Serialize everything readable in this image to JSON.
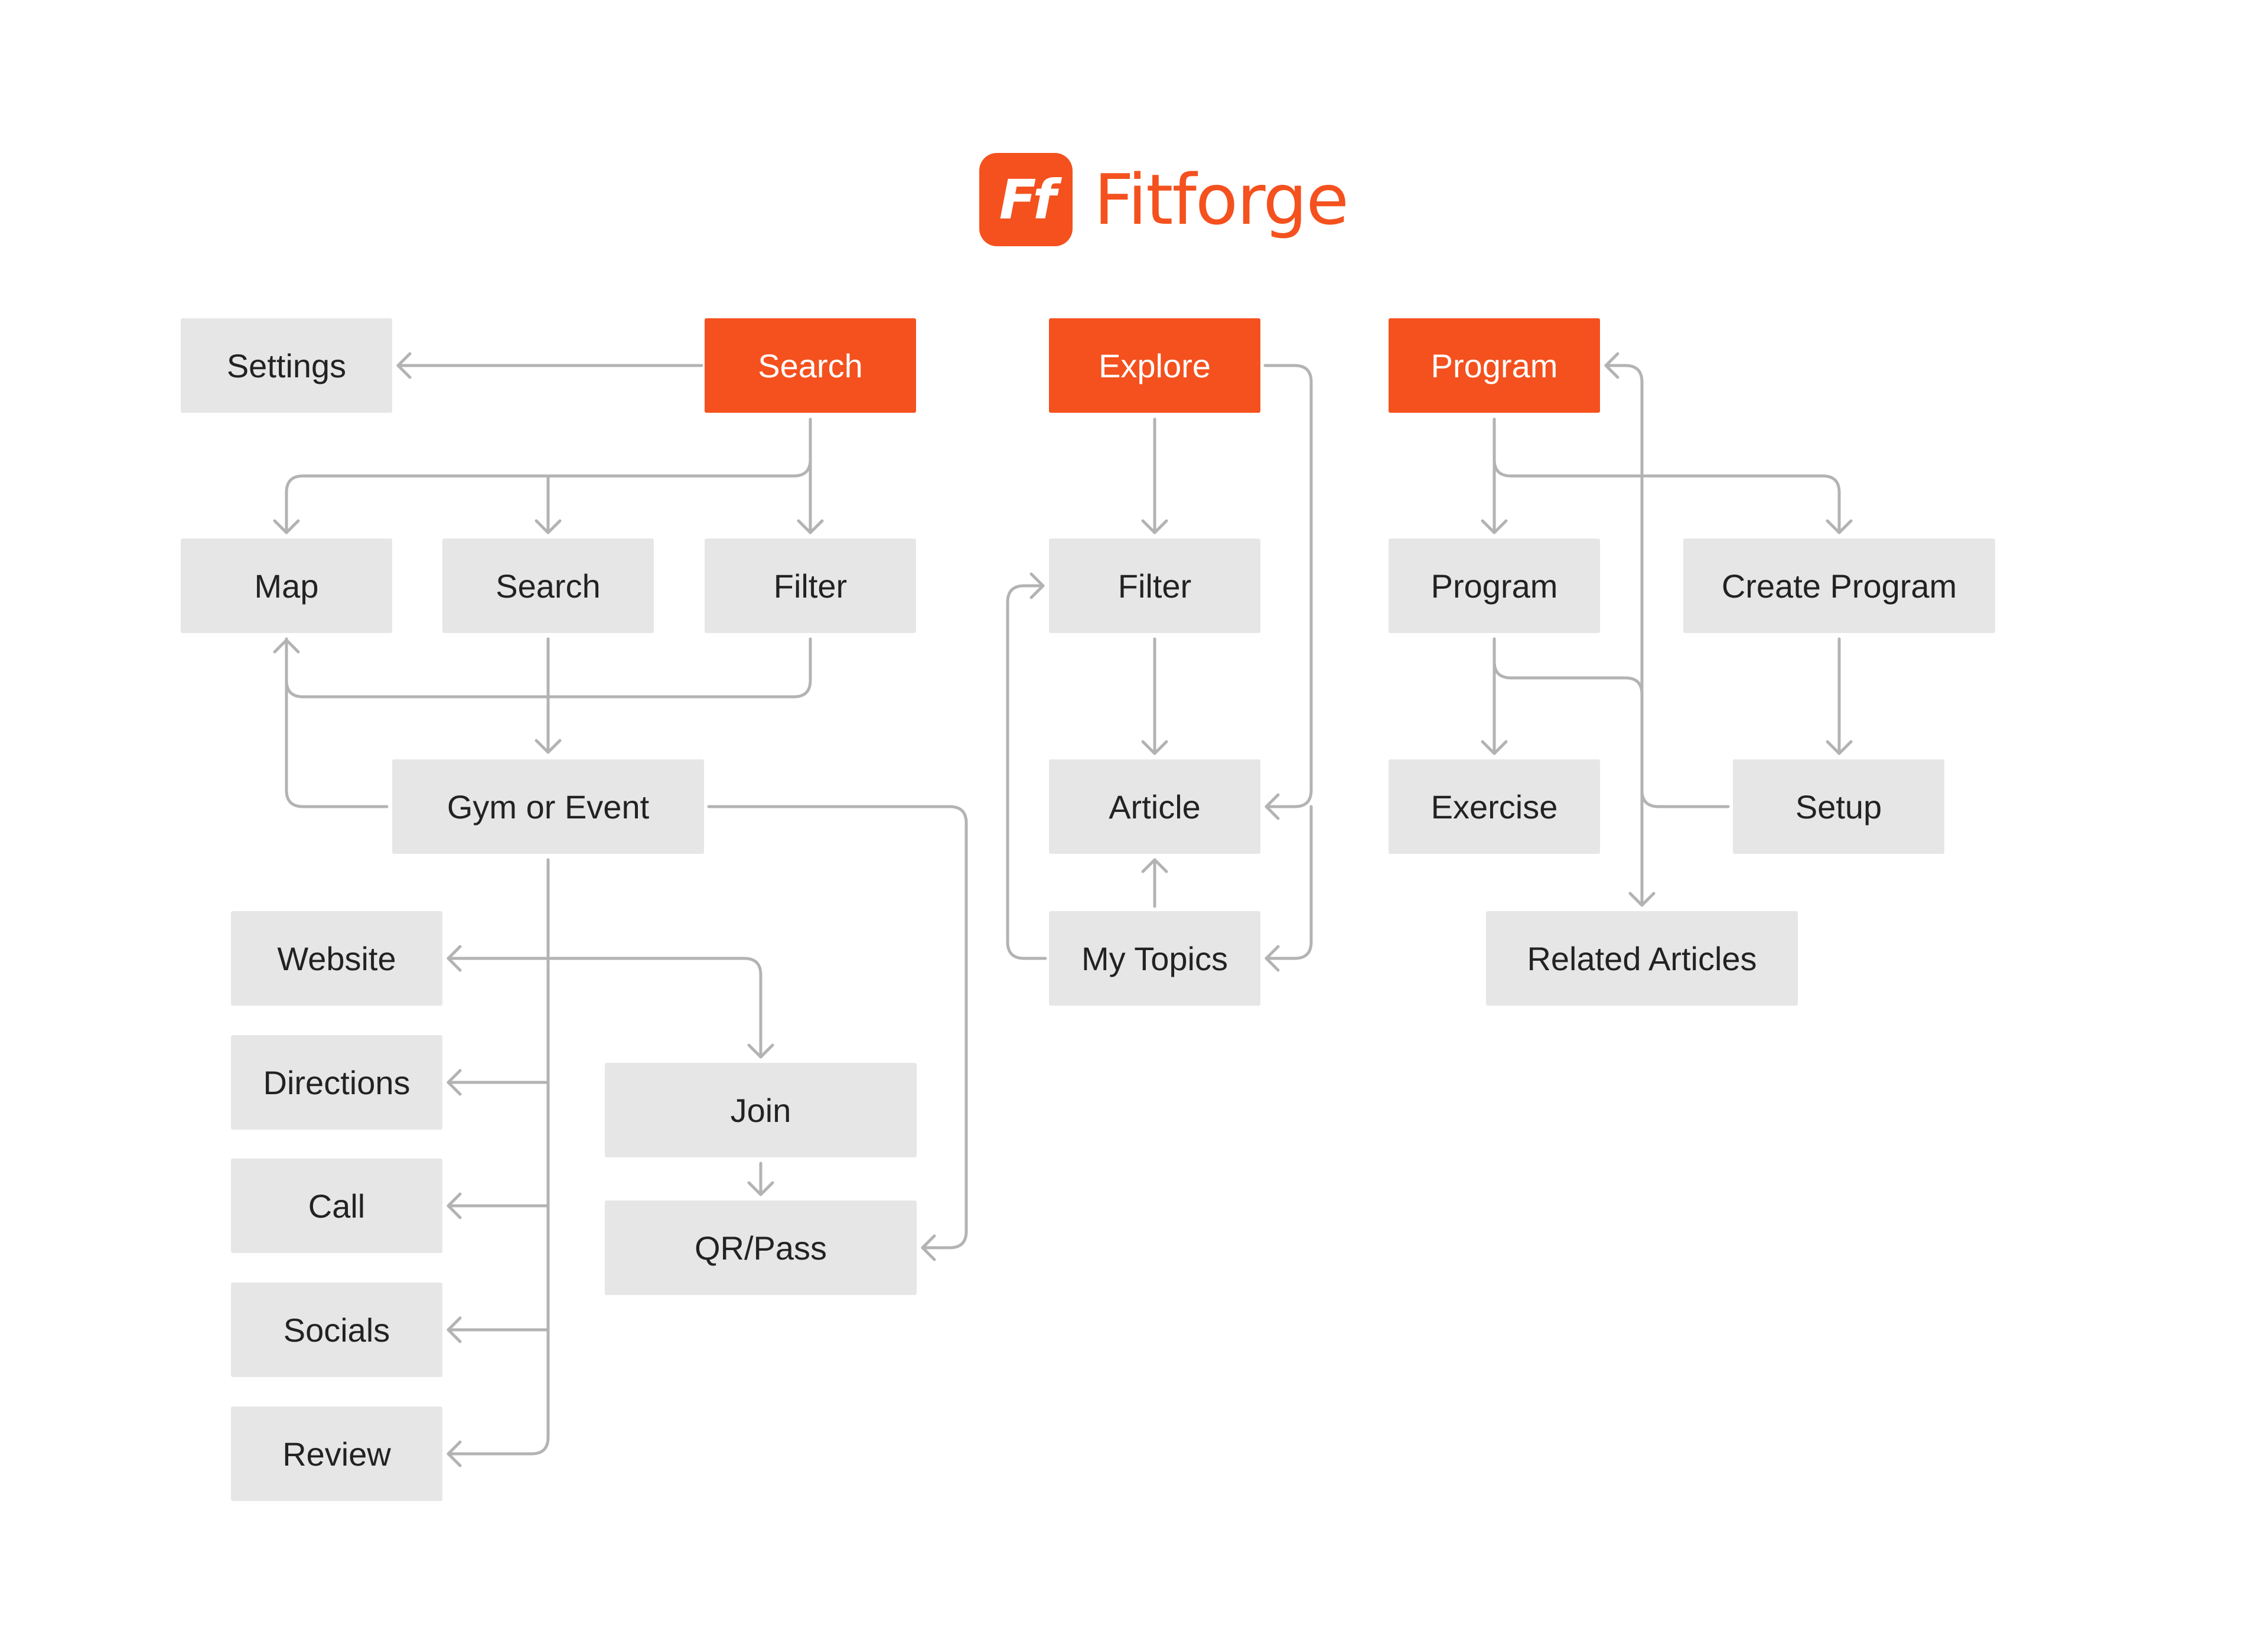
{
  "brand": {
    "name": "Fitforge",
    "logo_text": "Ff",
    "accent_color": "#f4511e"
  },
  "colors": {
    "primary_node": "#f4511e",
    "secondary_node": "#e6e6e6",
    "connector": "#b3b3b3",
    "text_dark": "#222222",
    "text_light": "#ffffff"
  },
  "nodes": {
    "settings": "Settings",
    "search_root": "Search",
    "explore_root": "Explore",
    "program_root": "Program",
    "map": "Map",
    "search": "Search",
    "filter_search": "Filter",
    "filter_explore": "Filter",
    "program": "Program",
    "create_program": "Create Program",
    "gym_or_event": "Gym or Event",
    "article": "Article",
    "exercise": "Exercise",
    "setup": "Setup",
    "website": "Website",
    "my_topics": "My Topics",
    "related_articles": "Related Articles",
    "directions": "Directions",
    "join": "Join",
    "call": "Call",
    "qr_pass": "QR/Pass",
    "socials": "Socials",
    "review": "Review"
  }
}
